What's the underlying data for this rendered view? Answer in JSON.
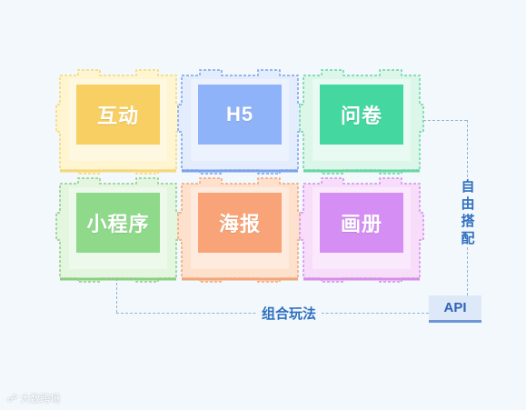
{
  "tiles": [
    {
      "label": "互动",
      "fill": "#fff5d1",
      "border": "#f3d77a",
      "inner": "#f7cf63"
    },
    {
      "label": "H5",
      "fill": "#e4edfe",
      "border": "#7ba2ea",
      "inner": "#8fb3f9"
    },
    {
      "label": "问卷",
      "fill": "#dcf7ea",
      "border": "#68d6a4",
      "inner": "#44d8a0"
    },
    {
      "label": "小程序",
      "fill": "#e4f6df",
      "border": "#8ccf83",
      "inner": "#8fd98a"
    },
    {
      "label": "海报",
      "fill": "#fde1cc",
      "border": "#f3a67a",
      "inner": "#f8a478"
    },
    {
      "label": "画册",
      "fill": "#f8ddfb",
      "border": "#d48fe6",
      "inner": "#d58ef3"
    }
  ],
  "labels": {
    "free_match": "自由搭配",
    "combine": "组合玩法",
    "api": "API"
  },
  "watermark": "大数跨境"
}
